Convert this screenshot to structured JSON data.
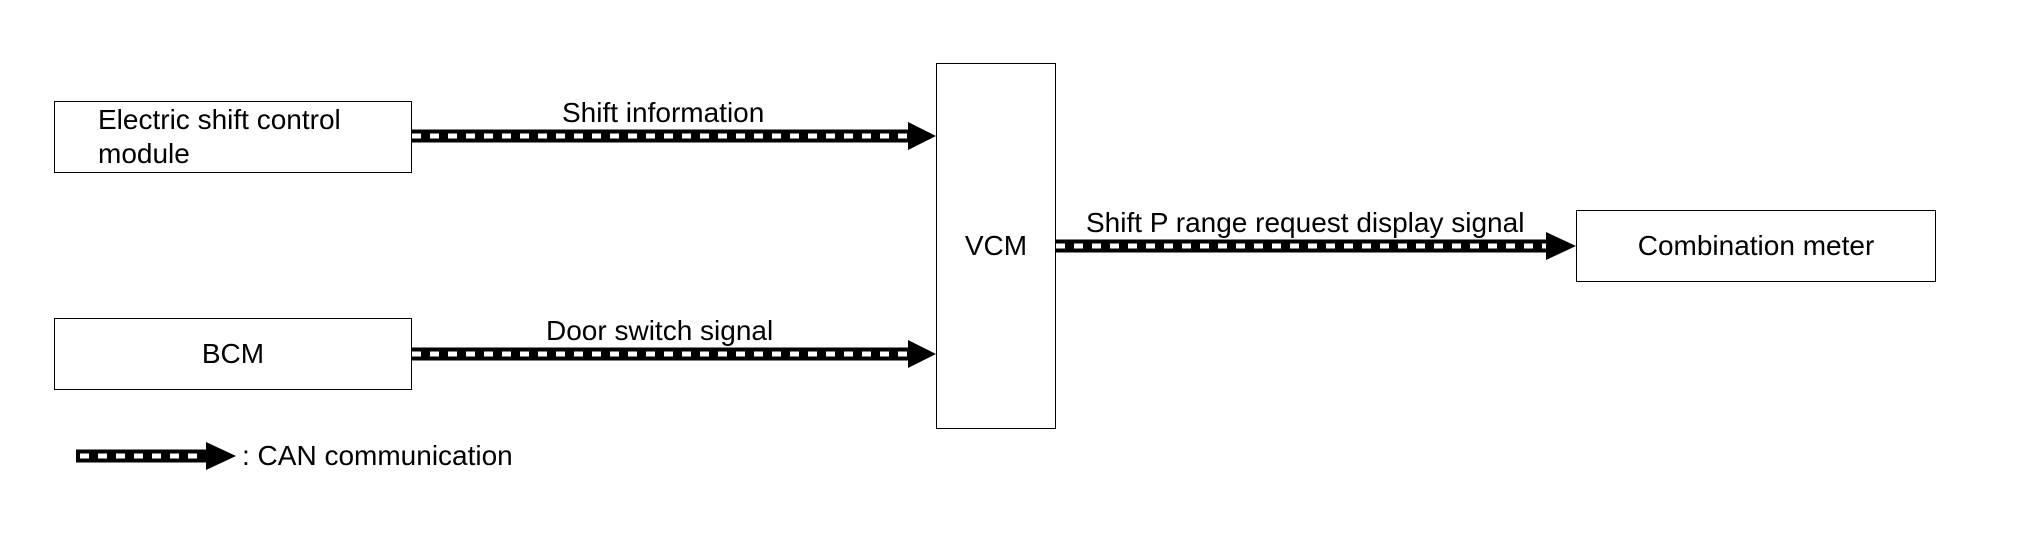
{
  "nodes": {
    "electric_shift": {
      "label": "Electric shift control\nmodule",
      "line1": "Electric shift control",
      "line2": "module"
    },
    "bcm": {
      "label": "BCM"
    },
    "vcm": {
      "label": "VCM"
    },
    "combination_meter": {
      "label": "Combination meter"
    }
  },
  "edges": [
    {
      "from": "Electric shift control module",
      "to": "VCM",
      "label": "Shift information",
      "type": "CAN"
    },
    {
      "from": "BCM",
      "to": "VCM",
      "label": "Door switch signal",
      "type": "CAN"
    },
    {
      "from": "VCM",
      "to": "Combination meter",
      "label": "Shift P range request display signal",
      "type": "CAN"
    }
  ],
  "legend": {
    "label": ": CAN communication"
  },
  "colors": {
    "line": "#000000",
    "dash": "#ffffff",
    "background": "#ffffff"
  }
}
